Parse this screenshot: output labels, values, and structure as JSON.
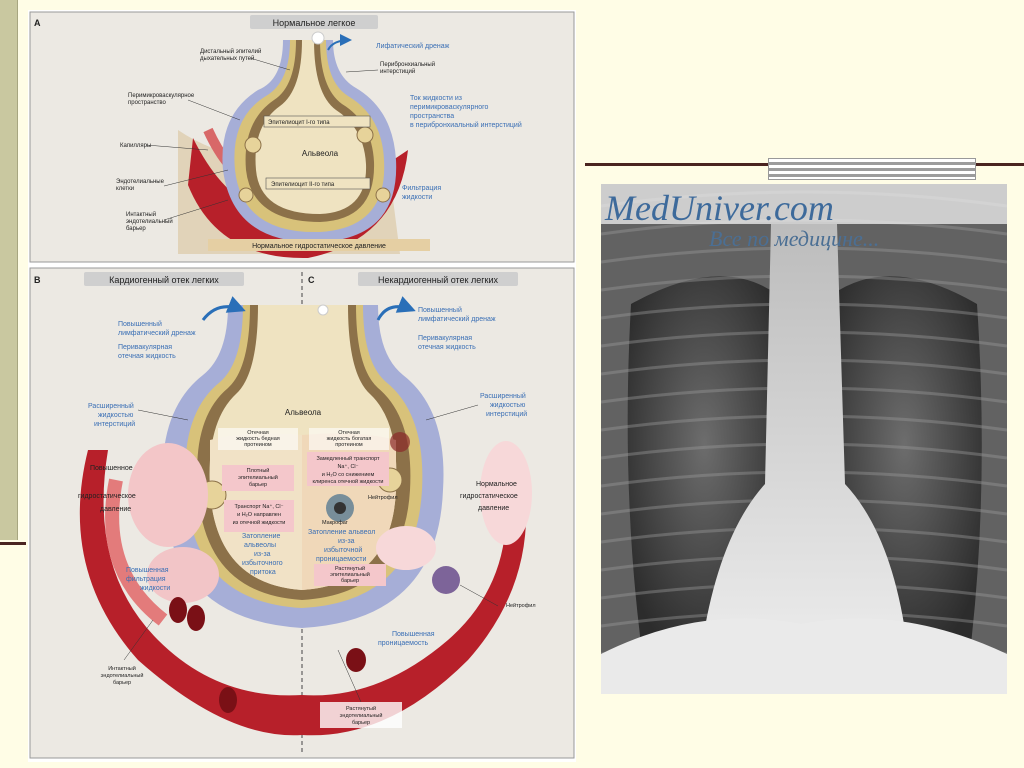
{
  "panel_a": {
    "letter": "A",
    "title": "Нормальное легкое",
    "labels": {
      "distal_epithelium_1": "Дистальный эпителий",
      "distal_epithelium_2": "дыхательных путей",
      "perimicrovascular_1": "Перимикроваскулярное",
      "perimicrovascular_2": "пространство",
      "capillaries": "Капилляры",
      "endothelial_1": "Эндотелиальные",
      "endothelial_2": "клетки",
      "intact_barrier_1": "Интактный",
      "intact_barrier_2": "эндотелиальный",
      "intact_barrier_3": "барьер",
      "lymph_drainage": "Лифатический дренаж",
      "peribronchial_1": "Перибронхиальный",
      "peribronchial_2": "интерстиций",
      "fluid_flow_1": "Ток жидкости из",
      "fluid_flow_2": "перимикроваскулярного",
      "fluid_flow_3": "пространства",
      "fluid_flow_4": "в перибронхиальный интерстиций",
      "type1_cell": "Эпителиоцит I-го типа",
      "alveola": "Альвеола",
      "type2_cell": "Эпителиоцит II-го типа",
      "filtration_1": "Фильтрация",
      "filtration_2": "жидкости",
      "normal_pressure": "Нормальное гидростатическое давление"
    }
  },
  "panel_b": {
    "letter": "B",
    "title": "Кардиогенный отек легких",
    "labels": {
      "lymph_1": "Повышенный",
      "lymph_2": "лимфатический дренаж",
      "perivascular_1": "Перивакулярная",
      "perivascular_2": "отечная жидкость",
      "expanded_1": "Расширенный",
      "expanded_2": "жидкостью",
      "expanded_3": "интерстиций",
      "pressure_1": "Повышенное",
      "pressure_2": "гидростатическое",
      "pressure_3": "давление",
      "edema_fluid_1": "Отечная",
      "edema_fluid_2": "жидкость бедная",
      "edema_fluid_3": "протеином",
      "dense_barrier_1": "Плотный",
      "dense_barrier_2": "эпителиальный",
      "dense_barrier_3": "барьер",
      "transport_1": "Транспорт Na⁺, Cl⁻",
      "transport_2": "и H₂O направлен",
      "transport_3": "из отечной жидкости",
      "flooding_1": "Затопление",
      "flooding_2": "альвеолы",
      "flooding_3": "из-за",
      "flooding_4": "избыточного",
      "flooding_5": "притока",
      "filtration_1": "Повышенная",
      "filtration_2": "фильтрация",
      "filtration_3": "жидкости",
      "intact_1": "Интактный",
      "intact_2": "эндотелиальный",
      "intact_3": "барьер"
    }
  },
  "panel_c": {
    "letter": "C",
    "title": "Некардиогенный отек легких",
    "labels": {
      "lymph_1": "Повышенный",
      "lymph_2": "лимфатический дренаж",
      "perivascular_1": "Перивакулярная",
      "perivascular_2": "отечная жидкость",
      "expanded_1": "Расширенный",
      "expanded_2": "жидкостью",
      "expanded_3": "интерстиций",
      "alveola": "Альвеола",
      "edema_fluid_1": "Отечная",
      "edema_fluid_2": "жидкость богатая",
      "edema_fluid_3": "протеином",
      "transport_1": "Замедленный транспорт",
      "transport_2": "Na⁺, Cl⁻",
      "transport_3": "и H₂O со снижением",
      "transport_4": "клиренса отечной жидкости",
      "neutrophil_top": "Нейтрофил",
      "macrophage": "Макрофаг",
      "normal_pressure_1": "Нормальное",
      "normal_pressure_2": "гидростатическое",
      "normal_pressure_3": "давление",
      "flooding_1": "Затопление альвеол",
      "flooding_2": "из-за",
      "flooding_3": "избыточной",
      "flooding_4": "проницаемости",
      "stretched_epi_1": "Растянутый",
      "stretched_epi_2": "эпителиальный",
      "stretched_epi_3": "барьер",
      "neutrophil_bottom": "Нейтрофил",
      "permeability_1": "Повышенная",
      "permeability_2": "проницаемость",
      "stretched_endo_1": "Растянутый",
      "stretched_endo_2": "эндотелиальный",
      "stretched_endo_3": "барьер"
    }
  },
  "xray": {
    "watermark_1": "MedUniver.com",
    "watermark_2": "Все по медицине..."
  },
  "colors": {
    "blue_text": "#3a6fb5",
    "blood_red": "#b5242c",
    "interstitium": "#a9b1d8",
    "alveolus": "#efe3c1",
    "wall_brown": "#8a6f47"
  }
}
